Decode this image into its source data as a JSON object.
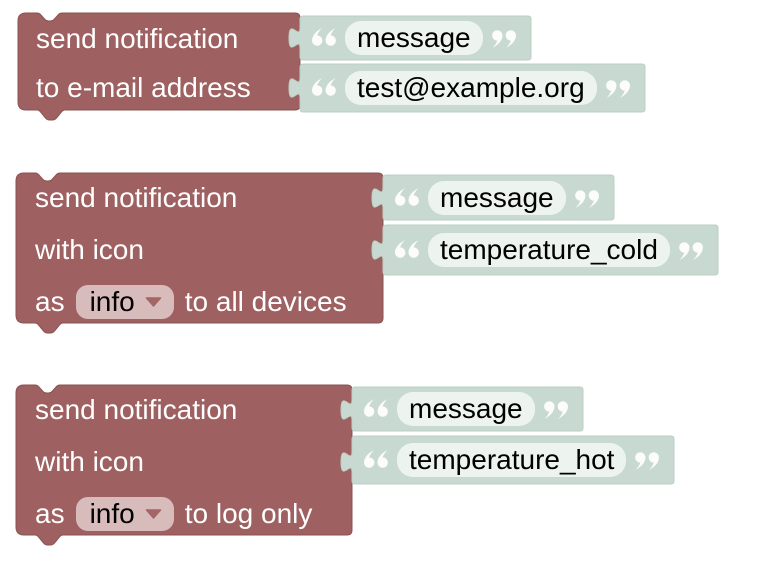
{
  "palette": {
    "statement_block": "#9e6060",
    "statement_block_border": "#8a5353",
    "value_block": "#c7d9d0",
    "value_block_border": "#bdd0c5",
    "field_background": "#edf3ef",
    "field_text": "#000000",
    "label_text": "#ffffff",
    "dropdown_background": "#d8bcbc",
    "dropdown_arrow": "#a36565",
    "quote_mark": "#ffffff"
  },
  "workspace": {
    "blocks": [
      {
        "labels": [
          "send notification",
          "to e-mail address"
        ],
        "values": [
          "message",
          "test@example.org"
        ]
      },
      {
        "labels": [
          "send notification",
          "with icon"
        ],
        "tail": {
          "prefix": "as",
          "dropdown_value": "info",
          "suffix": "to all devices"
        },
        "values": [
          "message",
          "temperature_cold"
        ]
      },
      {
        "labels": [
          "send notification",
          "with icon"
        ],
        "tail": {
          "prefix": "as",
          "dropdown_value": "info",
          "suffix": "to log only"
        },
        "values": [
          "message",
          "temperature_hot"
        ]
      }
    ]
  }
}
